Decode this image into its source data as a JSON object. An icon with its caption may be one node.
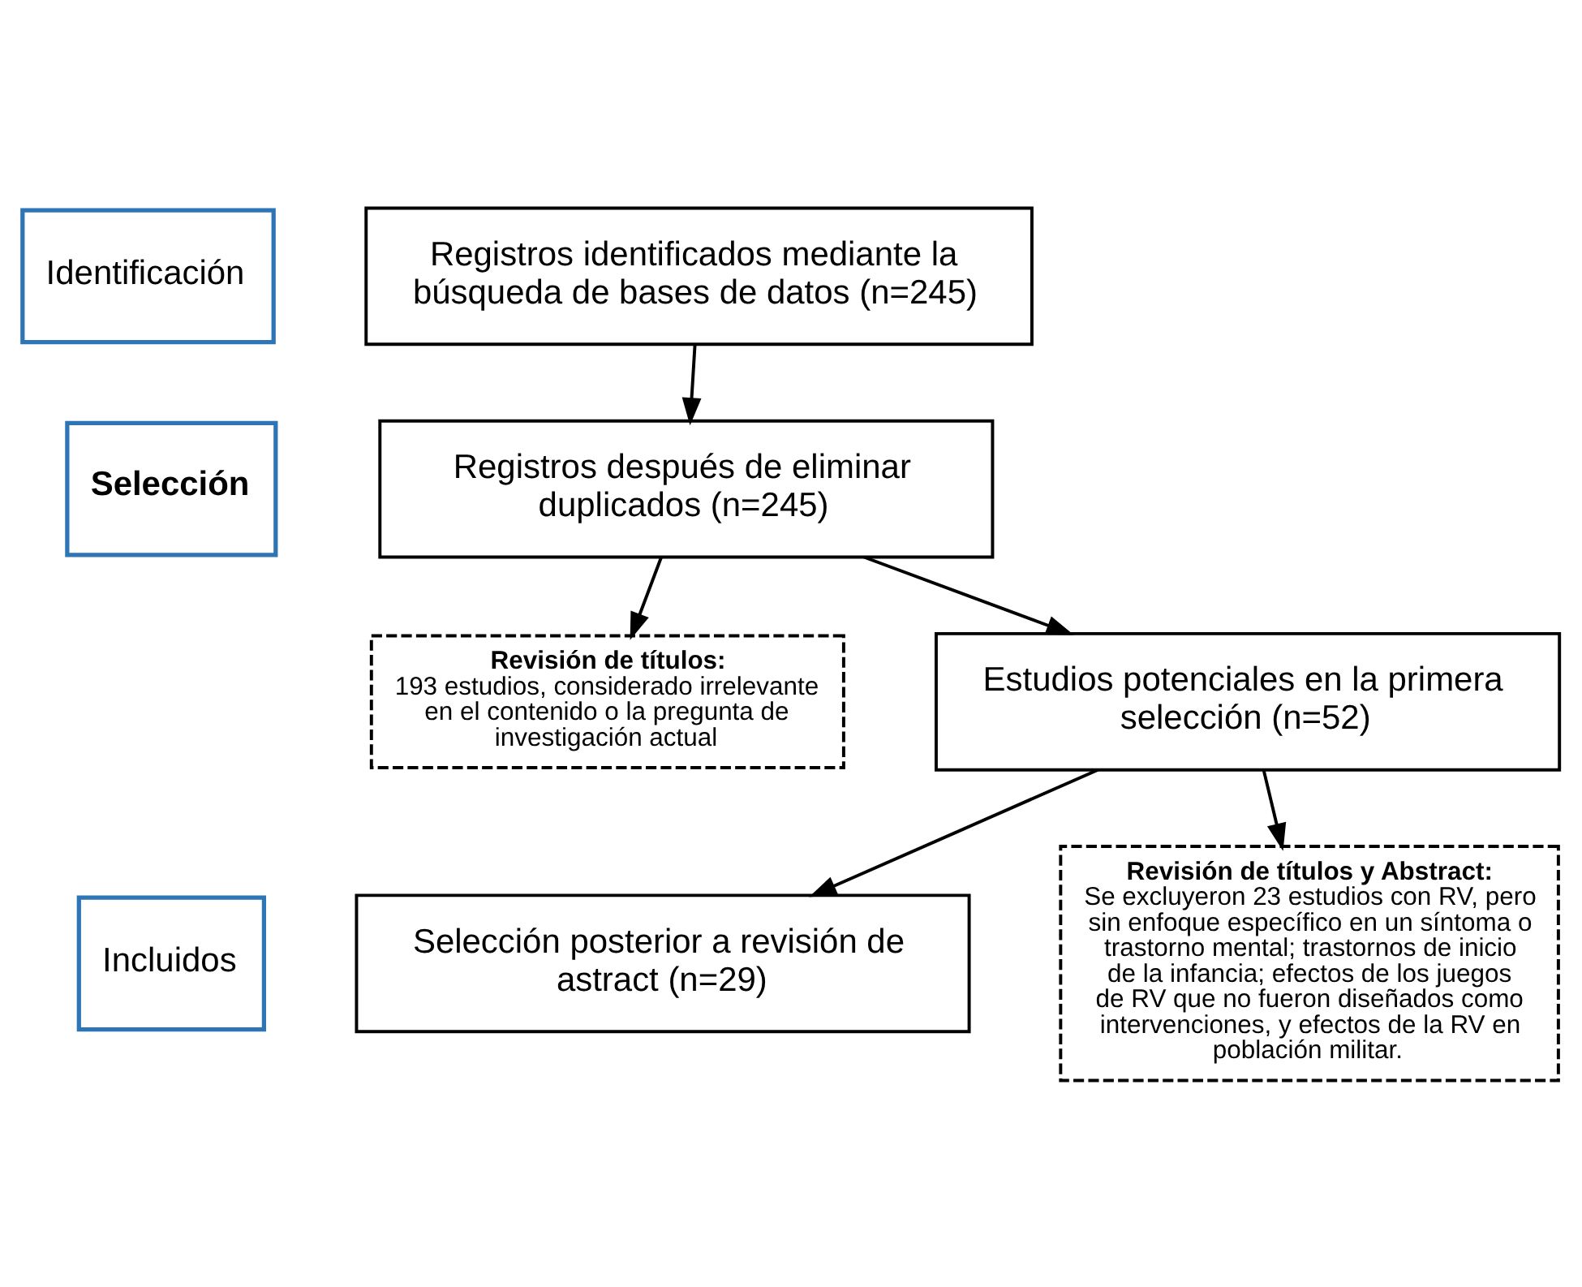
{
  "diagram": {
    "nodes": [
      {
        "text": [
          "Identificación"
        ]
      },
      {
        "text": [
          "Registros identificados mediante la búsqueda de bases de datos (n=245)"
        ]
      },
      {
        "text": [
          "Selección"
        ]
      },
      {
        "text": [
          "Registros después de eliminar duplicados (n=245)"
        ]
      },
      {
        "text": [
          "Revisión de títulos:",
          "193 estudios, considerado irrelevante en el contenido o la pregunta de investigación actual"
        ]
      },
      {
        "text": [
          "Estudios potenciales en la primera selección (n=52)"
        ]
      },
      {
        "text": [
          "Revisión de títulos y Abstract:",
          "Se excluyeron 23 estudios con RV, pero sin enfoque específico en un síntoma o trastorno mental; trastornos de inicio de la infancia; efectos de los juegos de RV que no fueron diseñados como intervenciones, y efectos de la RV en población militar."
        ]
      },
      {
        "text": [
          "Incluidos"
        ]
      },
      {
        "text": [
          "Selección posterior a revisión de astract (n=29)"
        ]
      }
    ],
    "edges": [
      {
        "from": 1,
        "to": 3,
        "arrow": "to"
      },
      {
        "from": 3,
        "to": 5,
        "arrow": "to"
      },
      {
        "from": 3,
        "to": 4,
        "arrow": "to"
      },
      {
        "from": 5,
        "to": 8,
        "arrow": "to"
      },
      {
        "from": 5,
        "to": 6,
        "arrow": "to"
      }
    ]
  }
}
